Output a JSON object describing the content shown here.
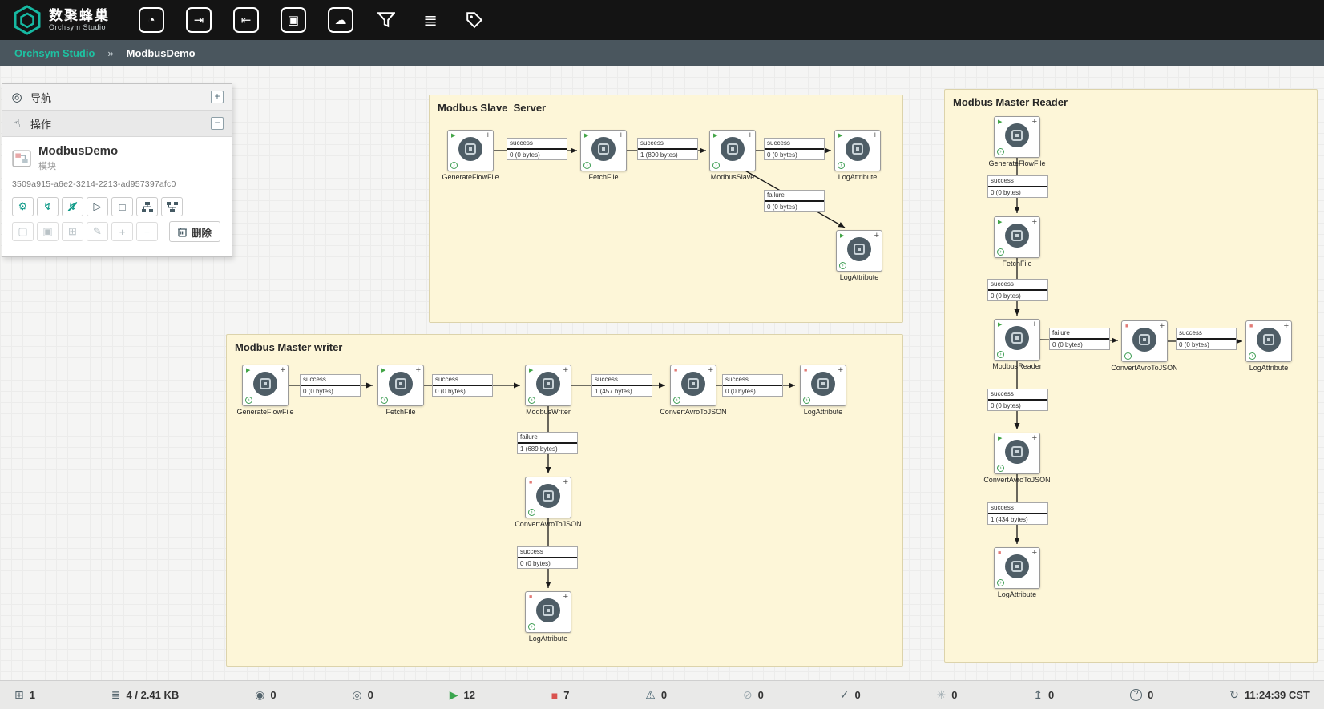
{
  "brand": {
    "title": "数聚蜂巢",
    "subtitle": "Orchsym Studio"
  },
  "header_icons": [
    {
      "name": "gauge-icon",
      "glyph": "◔"
    },
    {
      "name": "import-icon",
      "glyph": "⇥"
    },
    {
      "name": "export-icon",
      "glyph": "⇤"
    },
    {
      "name": "template-icon",
      "glyph": "▣"
    },
    {
      "name": "cloud-icon",
      "glyph": "☁"
    },
    {
      "name": "funnel-icon",
      "glyph": "svg"
    },
    {
      "name": "flow-config-icon",
      "glyph": "≣"
    },
    {
      "name": "tag-icon",
      "glyph": "svg"
    }
  ],
  "breadcrumb": {
    "root": "Orchsym Studio",
    "sep": "»",
    "current": "ModbusDemo"
  },
  "panel": {
    "nav": {
      "label": "导航",
      "icon": "◎",
      "toggle": "+"
    },
    "op": {
      "label": "操作",
      "icon": "☝",
      "toggle": "−"
    },
    "module": {
      "name": "ModbusDemo",
      "type": "模块",
      "id": "3509a915-a6e2-3214-2213-ad957397afc0"
    },
    "tools1": [
      {
        "name": "settings",
        "glyph": "⚙"
      },
      {
        "name": "enable",
        "glyph": "↯"
      },
      {
        "name": "disable",
        "glyph": "↯"
      },
      {
        "name": "run",
        "glyph": "▷"
      },
      {
        "name": "stop",
        "glyph": "□"
      }
    ],
    "tools2": [
      {
        "name": "copy",
        "glyph": "▢"
      },
      {
        "name": "paste",
        "glyph": "▣"
      },
      {
        "name": "group",
        "glyph": "⊞"
      },
      {
        "name": "edit",
        "glyph": "✎"
      },
      {
        "name": "add",
        "glyph": "+"
      },
      {
        "name": "remove",
        "glyph": "−"
      }
    ],
    "buttons": {
      "delete": "删除"
    }
  },
  "groups": [
    {
      "title": "Modbus Slave  Server",
      "processors": [
        {
          "name": "GenerateFlowFile",
          "state_class": "run-ind running"
        },
        {
          "name": "FetchFile",
          "state_class": "run-ind running"
        },
        {
          "name": "ModbusSlave",
          "state_class": "run-ind running"
        },
        {
          "name": "LogAttribute",
          "state_class": "run-ind running"
        },
        {
          "name": "LogAttribute",
          "state_class": "run-ind running"
        }
      ],
      "connections": [
        {
          "rel": "success",
          "queue": "0 (0 bytes)"
        },
        {
          "rel": "success",
          "queue": "1 (890 bytes)"
        },
        {
          "rel": "success",
          "queue": "0 (0 bytes)"
        },
        {
          "rel": "failure",
          "queue": "0 (0 bytes)"
        }
      ]
    },
    {
      "title": "Modbus Master writer",
      "processors": [
        {
          "name": "GenerateFlowFile",
          "state_class": "run-ind running"
        },
        {
          "name": "FetchFile",
          "state_class": "run-ind running"
        },
        {
          "name": "ModbusWriter",
          "state_class": "run-ind running"
        },
        {
          "name": "ConvertAvroToJSON",
          "state_class": "run-ind stopped"
        },
        {
          "name": "LogAttribute",
          "state_class": "run-ind stopped"
        },
        {
          "name": "ConvertAvroToJSON",
          "state_class": "run-ind stopped"
        },
        {
          "name": "LogAttribute",
          "state_class": "run-ind stopped"
        }
      ],
      "connections": [
        {
          "rel": "success",
          "queue": "0 (0 bytes)"
        },
        {
          "rel": "success",
          "queue": "0 (0 bytes)"
        },
        {
          "rel": "success",
          "queue": "1 (457 bytes)"
        },
        {
          "rel": "success",
          "queue": "0 (0 bytes)"
        },
        {
          "rel": "failure",
          "queue": "1 (689 bytes)"
        },
        {
          "rel": "success",
          "queue": "0 (0 bytes)"
        }
      ]
    },
    {
      "title": "Modbus Master Reader",
      "processors": [
        {
          "name": "GenerateFlowFile",
          "state_class": "run-ind running"
        },
        {
          "name": "FetchFile",
          "state_class": "run-ind running"
        },
        {
          "name": "ModbusReader",
          "state_class": "run-ind running"
        },
        {
          "name": "ConvertAvroToJSON",
          "state_class": "run-ind stopped"
        },
        {
          "name": "LogAttribute",
          "state_class": "run-ind stopped"
        },
        {
          "name": "ConvertAvroToJSON",
          "state_class": "run-ind running"
        },
        {
          "name": "LogAttribute",
          "state_class": "run-ind stopped"
        }
      ],
      "connections": [
        {
          "rel": "success",
          "queue": "0 (0 bytes)"
        },
        {
          "rel": "success",
          "queue": "0 (0 bytes)"
        },
        {
          "rel": "failure",
          "queue": "0 (0 bytes)"
        },
        {
          "rel": "success",
          "queue": "0 (0 bytes)"
        },
        {
          "rel": "success",
          "queue": "0 (0 bytes)"
        },
        {
          "rel": "success",
          "queue": "1 (434 bytes)"
        }
      ]
    }
  ],
  "status_bar": {
    "items": [
      {
        "name": "active-threads",
        "glyph": "⊞",
        "value": "1",
        "cls": "sb-ic"
      },
      {
        "name": "queued",
        "glyph": "≣",
        "value": "4 / 2.41 KB",
        "cls": "sb-ic"
      },
      {
        "name": "transmitting",
        "glyph": "◉",
        "value": "0",
        "cls": "sb-ic"
      },
      {
        "name": "not-transmitting",
        "glyph": "◎",
        "value": "0",
        "cls": "sb-ic"
      },
      {
        "name": "running",
        "glyph": "▶",
        "value": "12",
        "cls": "sb-ic green"
      },
      {
        "name": "stopped",
        "glyph": "■",
        "value": "7",
        "cls": "sb-ic red"
      },
      {
        "name": "invalid",
        "glyph": "⚠",
        "value": "0",
        "cls": "sb-ic slate"
      },
      {
        "name": "disabled",
        "glyph": "⊘",
        "value": "0",
        "cls": "sb-ic muted"
      },
      {
        "name": "up-to-date",
        "glyph": "✓",
        "value": "0",
        "cls": "sb-ic"
      },
      {
        "name": "locally-modified",
        "glyph": "✳",
        "value": "0",
        "cls": "sb-ic muted"
      },
      {
        "name": "stale",
        "glyph": "↥",
        "value": "0",
        "cls": "sb-ic"
      },
      {
        "name": "sync-failure",
        "glyph": "?",
        "value": "0",
        "cls": "sb-ic circled"
      }
    ],
    "refresh_glyph": "↻",
    "time": "11:24:39 CST"
  }
}
